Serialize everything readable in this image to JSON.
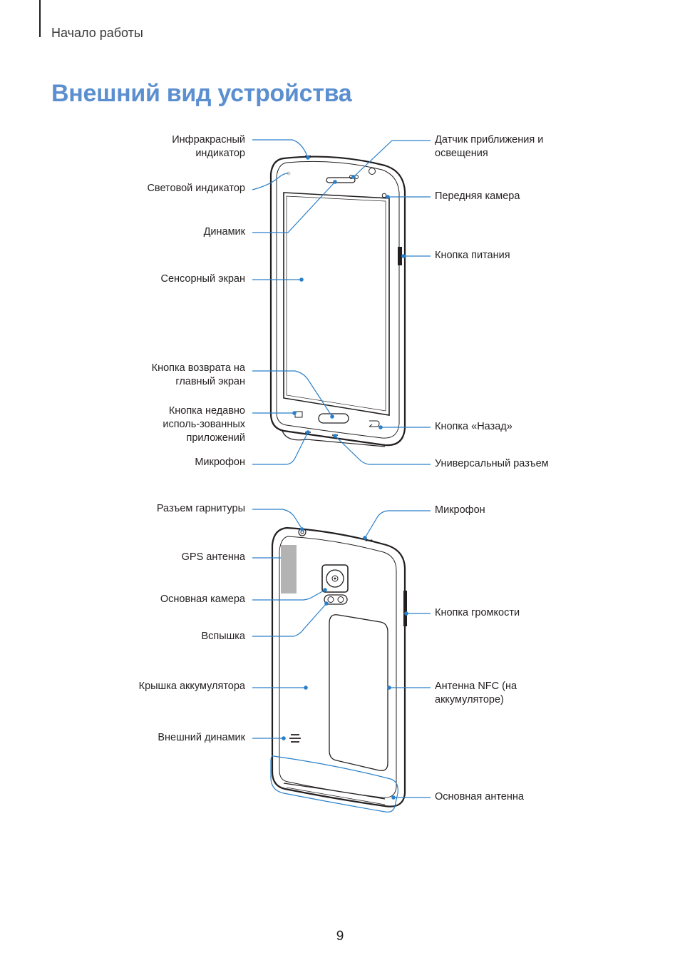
{
  "header": {
    "section": "Начало работы"
  },
  "title": "Внешний вид устройства",
  "front": {
    "left_labels": [
      "Инфракрасный индикатор",
      "Световой индикатор",
      "Динамик",
      "Сенсорный экран",
      "Кнопка возврата на главный экран",
      "Кнопка недавно исполь-зованных приложений",
      "Микрофон"
    ],
    "right_labels": [
      "Датчик приближения и освещения",
      "Передняя камера",
      "Кнопка питания",
      "Кнопка «Назад»",
      "Универсальный разъем"
    ]
  },
  "back": {
    "left_labels": [
      "Разъем гарнитуры",
      "GPS антенна",
      "Основная камера",
      "Вспышка",
      "Крышка аккумулятора",
      "Внешний динамик"
    ],
    "right_labels": [
      "Микрофон",
      "Кнопка громкости",
      "Антенна NFC (на аккумуляторе)",
      "Основная антенна"
    ]
  },
  "page_number": "9",
  "colors": {
    "accent": "#5b8fd0",
    "callout": "#2a7fc9",
    "text": "#231f20"
  }
}
